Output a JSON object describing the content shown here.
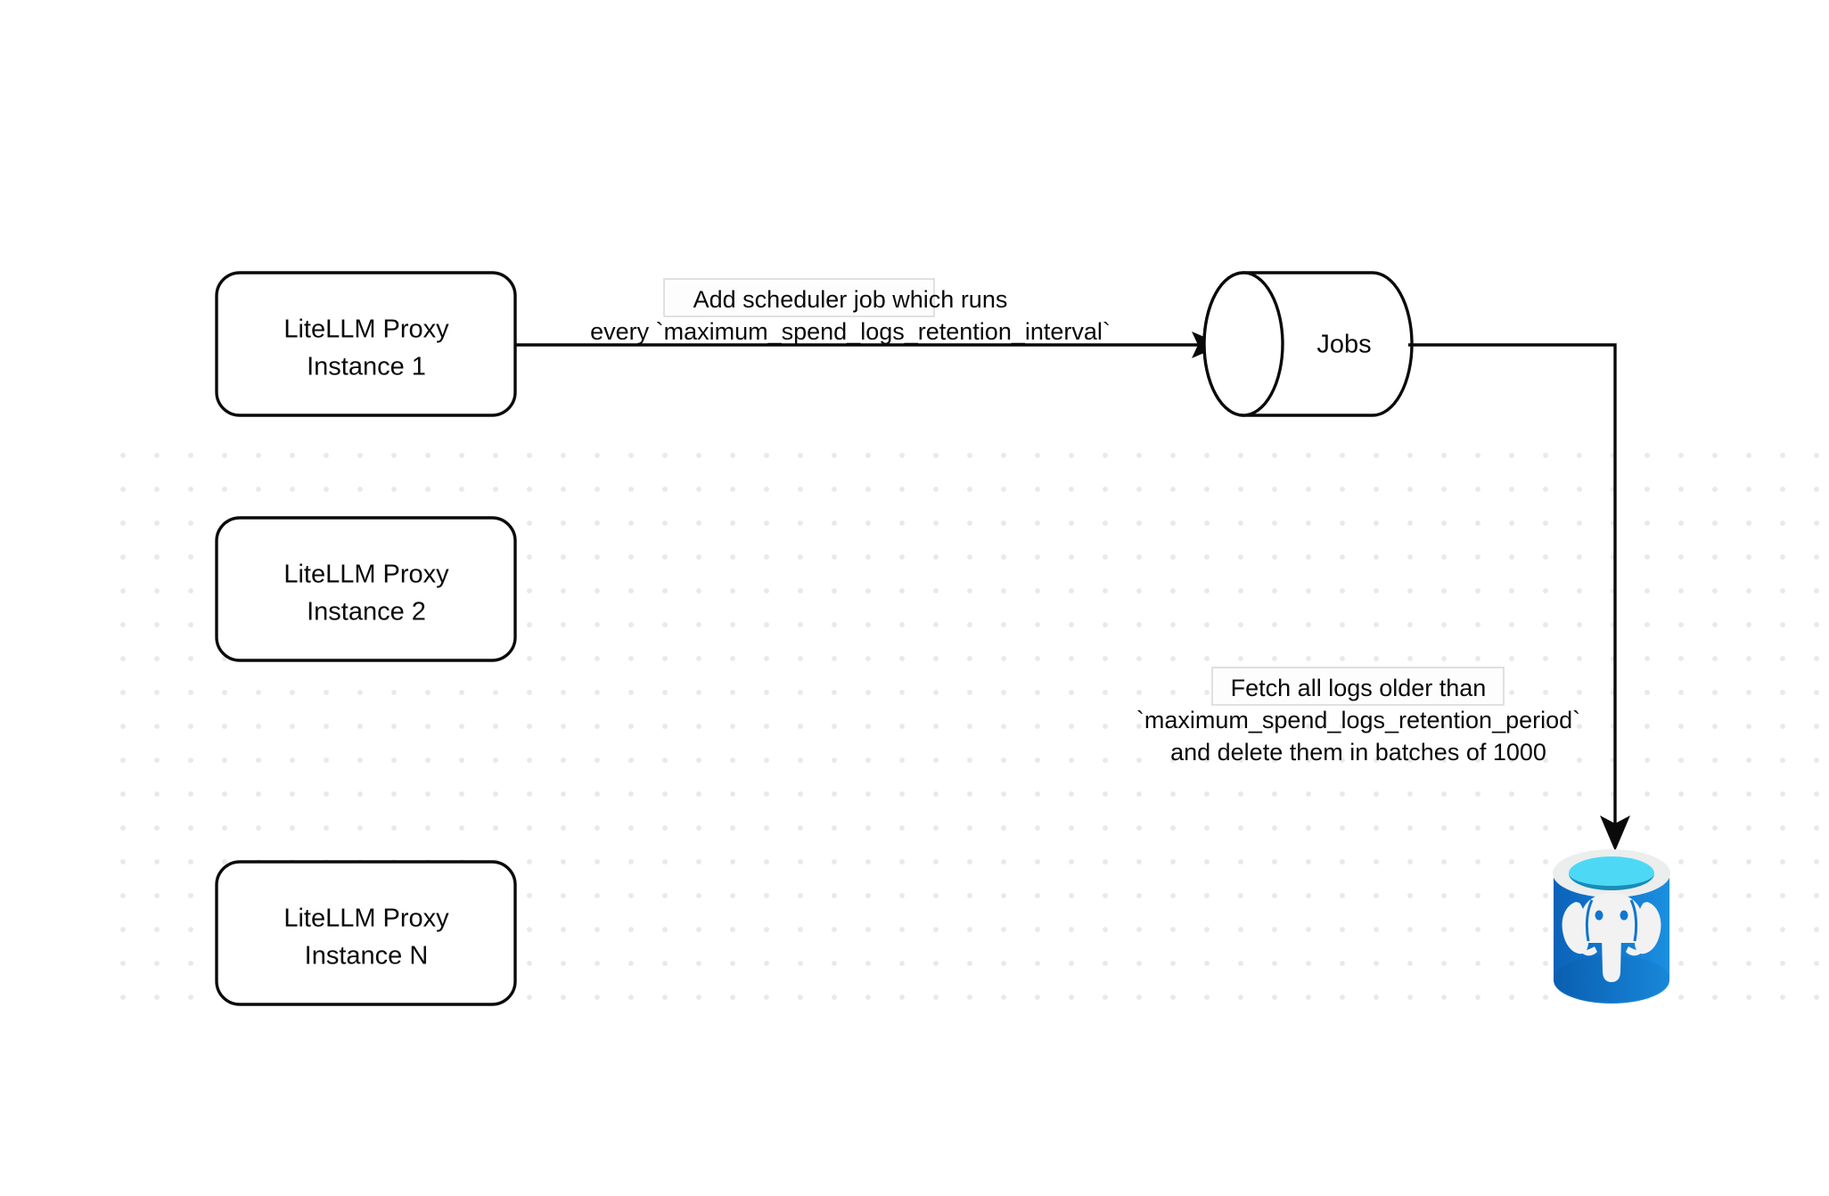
{
  "diagram": {
    "title": "LiteLLM spend logs retention scheduler flow",
    "background": "#ffffff",
    "grid_dot_color": "#e9e9e9",
    "stroke_color": "#0a0a0a",
    "nodes": [
      {
        "id": "proxy-1",
        "type": "rounded-rect",
        "label_line_1": "LiteLLM Proxy",
        "label_line_2": "Instance 1"
      },
      {
        "id": "proxy-2",
        "type": "rounded-rect",
        "label_line_1": "LiteLLM Proxy",
        "label_line_2": "Instance 2"
      },
      {
        "id": "proxy-n",
        "type": "rounded-rect",
        "label_line_1": "LiteLLM Proxy",
        "label_line_2": "Instance N"
      },
      {
        "id": "jobs",
        "type": "cylinder",
        "label": "Jobs"
      },
      {
        "id": "postgres",
        "type": "database-icon",
        "icon_name": "postgresql-database-icon",
        "label": "",
        "body_color": "#0f6ec4",
        "body_color_light": "#1b8fe0",
        "rim_color": "#eceded",
        "liquid_color": "#4dd9f5",
        "liquid_shadow_color": "#1a8cb8",
        "elephant_color": "#f2f2f2"
      }
    ],
    "edges": [
      {
        "id": "edge-scheduler",
        "from": "proxy-1",
        "to": "jobs",
        "label_lines": [
          "Add scheduler job which runs",
          "every `maximum_spend_logs_retention_interval`"
        ],
        "highlighted_span": "Add scheduler"
      },
      {
        "id": "edge-fetch-delete",
        "from": "jobs",
        "to": "postgres",
        "label_lines": [
          "Fetch all logs older than",
          "`maximum_spend_logs_retention_period`",
          "and delete them in batches of 1000"
        ],
        "highlighted_span": "Fetch all logs older than"
      }
    ]
  }
}
